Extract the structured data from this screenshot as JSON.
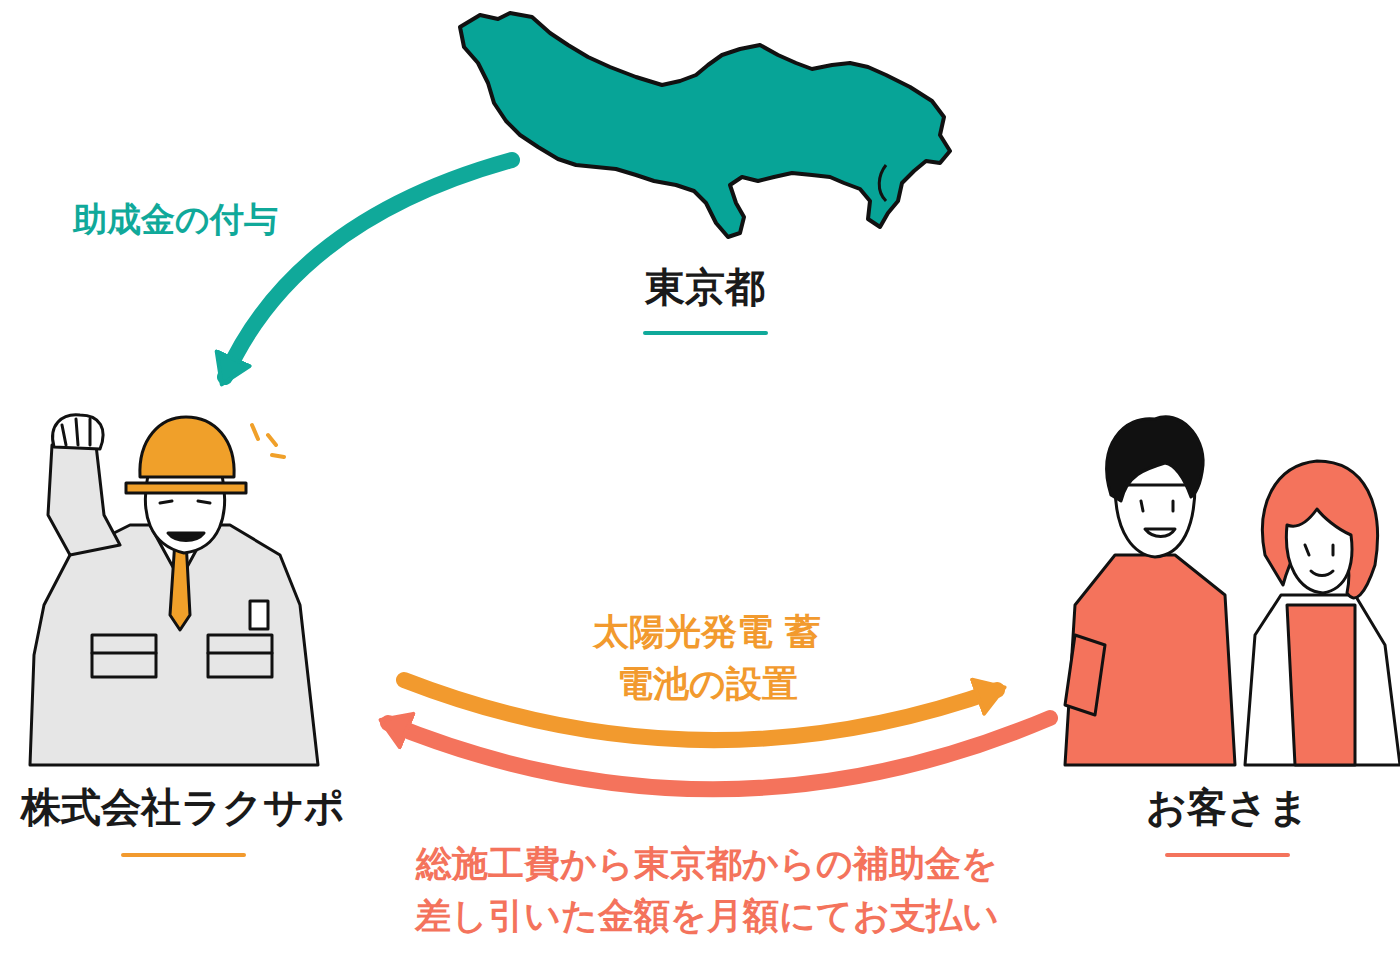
{
  "diagram": {
    "nodes": [
      {
        "text": [
          "東京都"
        ]
      },
      {
        "text": [
          "株式会社ラクサポ"
        ]
      },
      {
        "text": [
          "お客さま"
        ]
      }
    ],
    "edges": [
      {
        "from": 0,
        "to": 1,
        "arrow": "to",
        "label": "助成金の付与"
      },
      {
        "from": 1,
        "to": 2,
        "arrow": "to",
        "label": "太陽光発電 蓄電池の設置"
      },
      {
        "from": 2,
        "to": 1,
        "arrow": "to",
        "label": "総施工費から東京都からの補助金を 差し引いた金額を月額にてお支払い"
      }
    ]
  }
}
